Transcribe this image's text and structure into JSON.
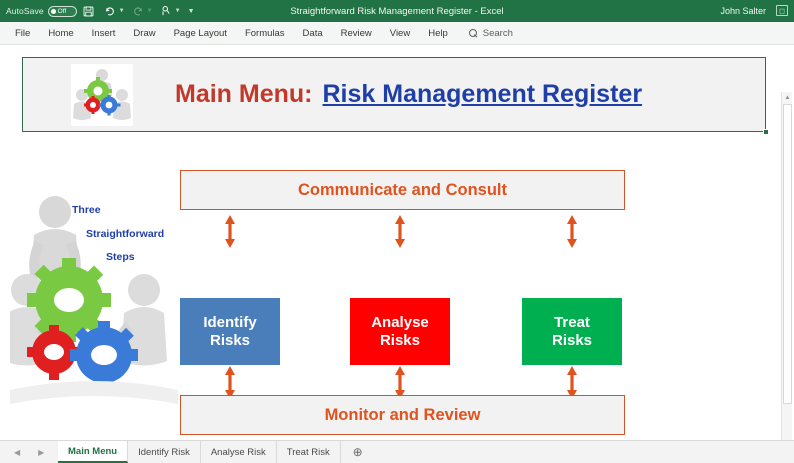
{
  "titlebar": {
    "autosave_label": "AutoSave",
    "autosave_state": "Off",
    "save_icon": "save-floppy-icon",
    "undo_icon": "undo-arrow-icon",
    "redo_icon": "redo-arrow-icon",
    "touchmode_icon": "touch-mouse-mode-icon",
    "customize_icon": "customize-qat-chevron-icon",
    "document_title": "Straightforward Risk Management Register  -  Excel",
    "user_name": "John Salter",
    "window_icon": "restore-window-icon",
    "background_color": "#217346"
  },
  "ribbon": {
    "tabs": [
      {
        "label": "File"
      },
      {
        "label": "Home"
      },
      {
        "label": "Insert"
      },
      {
        "label": "Draw"
      },
      {
        "label": "Page Layout"
      },
      {
        "label": "Formulas"
      },
      {
        "label": "Data"
      },
      {
        "label": "Review"
      },
      {
        "label": "View"
      },
      {
        "label": "Help"
      }
    ],
    "search": {
      "icon": "search-icon",
      "placeholder": "Search",
      "label": "Search"
    }
  },
  "banner": {
    "logo_icon": "three-people-gears-logo",
    "prefix": "Main Menu:",
    "link": "Risk Management Register",
    "prefix_color": "#c0392b",
    "link_color": "#1f3fa8",
    "border_color": "#2f6b4a",
    "fill_color": "#f2f2f2"
  },
  "illustration": {
    "image_icon": "three-people-holding-gears-illustration",
    "caption_lines": [
      "Three",
      "Straightforward",
      "Steps"
    ],
    "caption_color": "#1f3fa8"
  },
  "diagram": {
    "top_box": {
      "label": "Communicate and Consult",
      "fill": "#f2f2f2",
      "border": "#d2552a",
      "text_color": "#e0531f"
    },
    "bottom_box": {
      "label": "Monitor and Review",
      "fill": "#f2f2f2",
      "border": "#d2552a",
      "text_color": "#e0531f"
    },
    "steps": [
      {
        "line1": "Identify",
        "line2": "Risks",
        "fill": "#4a7ebb",
        "text_color": "#ffffff"
      },
      {
        "line1": "Analyse",
        "line2": "Risks",
        "fill": "#ff0000",
        "text_color": "#ffffff"
      },
      {
        "line1": "Treat",
        "line2": "Risks",
        "fill": "#00b050",
        "text_color": "#ffffff"
      }
    ],
    "arrow_icon": "double-headed-vertical-arrow-icon",
    "arrow_color": "#e0531f"
  },
  "scrollbar": {
    "up_icon": "scroll-up-arrow-icon",
    "down_icon": "scroll-down-arrow-icon",
    "up_glyph": "▲",
    "down_glyph": "▼"
  },
  "sheettabs": {
    "prev_glyph": "◀",
    "next_glyph": "▶",
    "add_glyph": "⊕",
    "add_label": "New sheet",
    "tabs": [
      {
        "label": "Main Menu",
        "active": true
      },
      {
        "label": "Identify Risk",
        "active": false
      },
      {
        "label": "Analyse Risk",
        "active": false
      },
      {
        "label": "Treat Risk",
        "active": false
      }
    ]
  }
}
